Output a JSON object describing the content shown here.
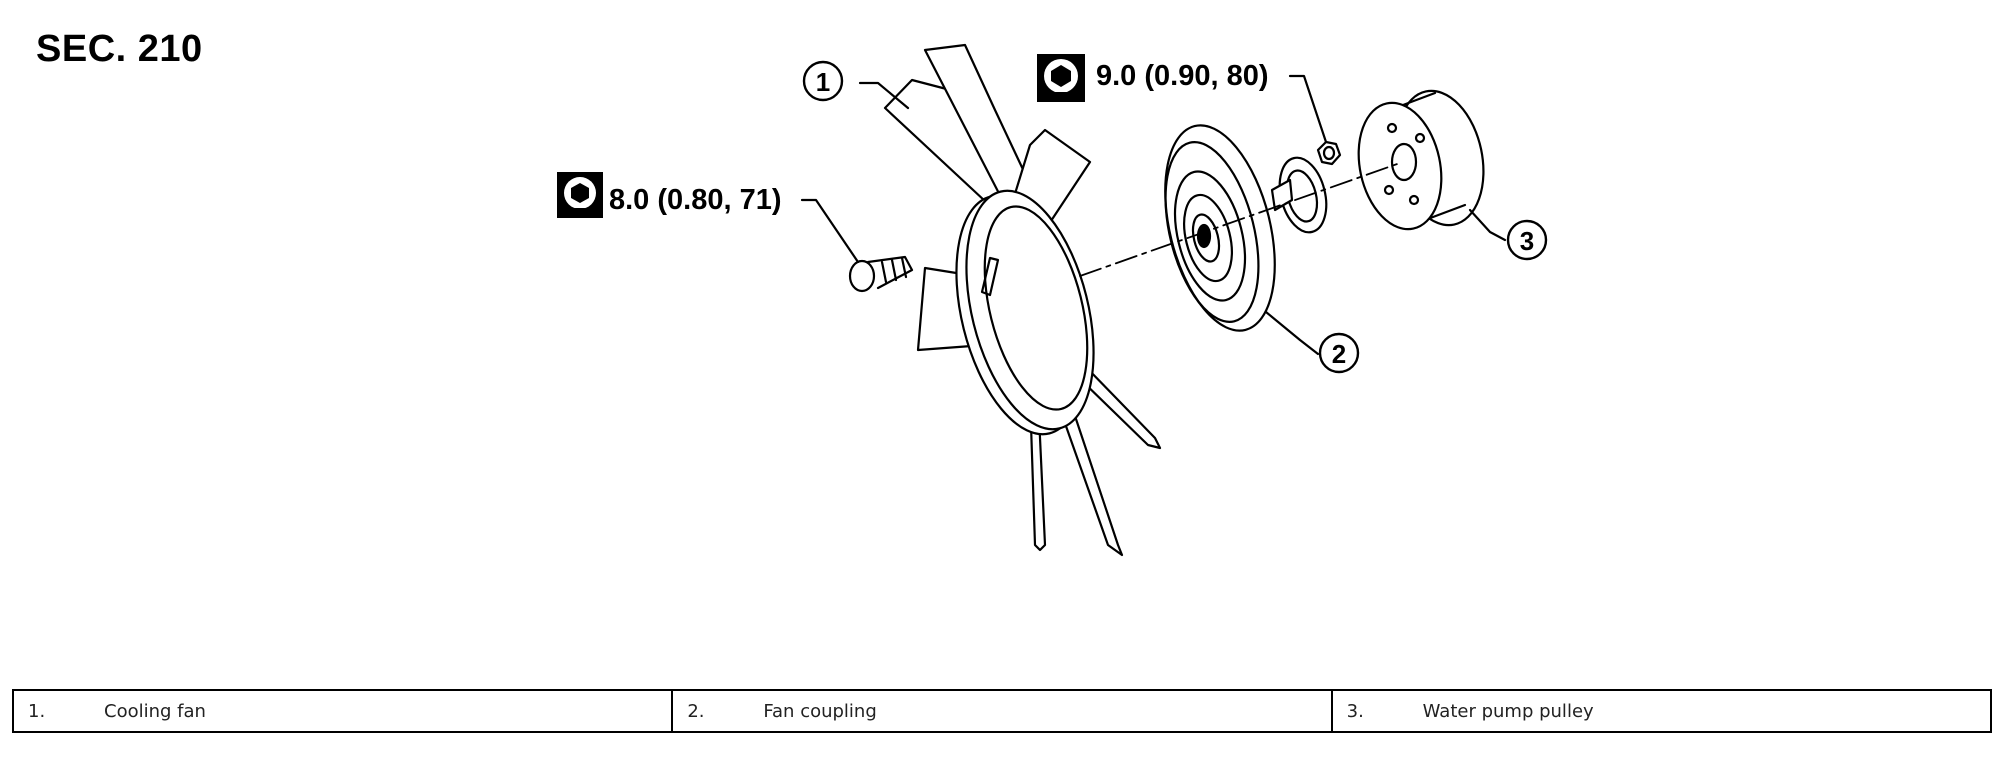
{
  "section_title": "SEC. 210",
  "callouts": [
    {
      "number": "1"
    },
    {
      "number": "2"
    },
    {
      "number": "3"
    }
  ],
  "torques": [
    {
      "value": "8.0 (0.80, 71)",
      "icon": "torque-wrench-icon"
    },
    {
      "value": "9.0 (0.90, 80)",
      "icon": "torque-wrench-icon"
    }
  ],
  "legend": [
    {
      "num": "1.",
      "label": "Cooling fan"
    },
    {
      "num": "2.",
      "label": "Fan coupling"
    },
    {
      "num": "3.",
      "label": "Water pump pulley"
    }
  ]
}
